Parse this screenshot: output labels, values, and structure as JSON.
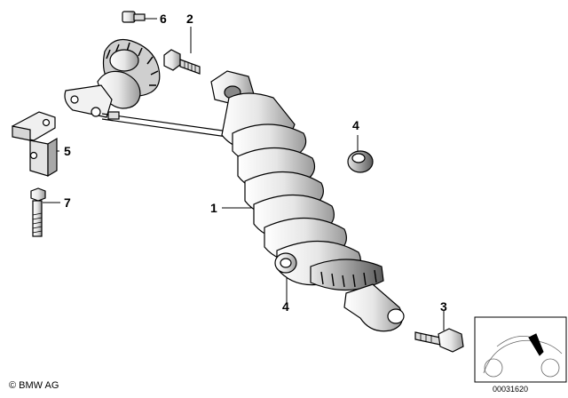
{
  "callouts": {
    "c1": "1",
    "c2": "2",
    "c3": "3",
    "c4_top": "4",
    "c4_bottom": "4",
    "c5": "5",
    "c6": "6",
    "c7": "7"
  },
  "footer": {
    "copyright": "© BMW AG",
    "diagram_id": "00031620"
  }
}
